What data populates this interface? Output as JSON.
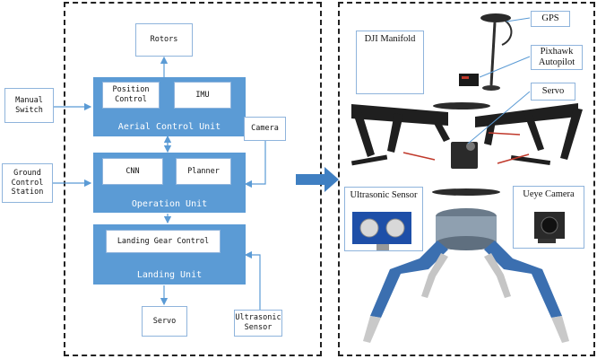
{
  "left_diagram": {
    "rotors": "Rotors",
    "aerial_unit": {
      "title": "Aerial Control Unit",
      "position_control_line1": "Position",
      "position_control_line2": "Control",
      "imu": "IMU"
    },
    "operation_unit": {
      "title": "Operation Unit",
      "cnn": "CNN",
      "planner": "Planner"
    },
    "landing_unit": {
      "title": "Landing Unit",
      "landing_gear_control": "Landing Gear Control"
    },
    "manual_switch_line1": "Manual",
    "manual_switch_line2": "Switch",
    "ground_station_line1": "Ground",
    "ground_station_line2": "Control",
    "ground_station_line3": "Station",
    "camera": "Camera",
    "servo": "Servo",
    "ultrasonic_line1": "Ultrasonic",
    "ultrasonic_line2": "Sensor"
  },
  "right_diagram": {
    "gps": "GPS",
    "dji_manifold": "DJI Manifold",
    "pixhawk_line1": "Pixhawk",
    "pixhawk_line2": "Autopilot",
    "servo": "Servo",
    "ultrasonic_sensor": "Ultrasonic Sensor",
    "ueye_camera": "Ueye Camera"
  },
  "colors": {
    "unit_blue": "#5b9bd5",
    "arrow_blue": "#5b9bd5",
    "box_border": "#8fb4dc"
  }
}
